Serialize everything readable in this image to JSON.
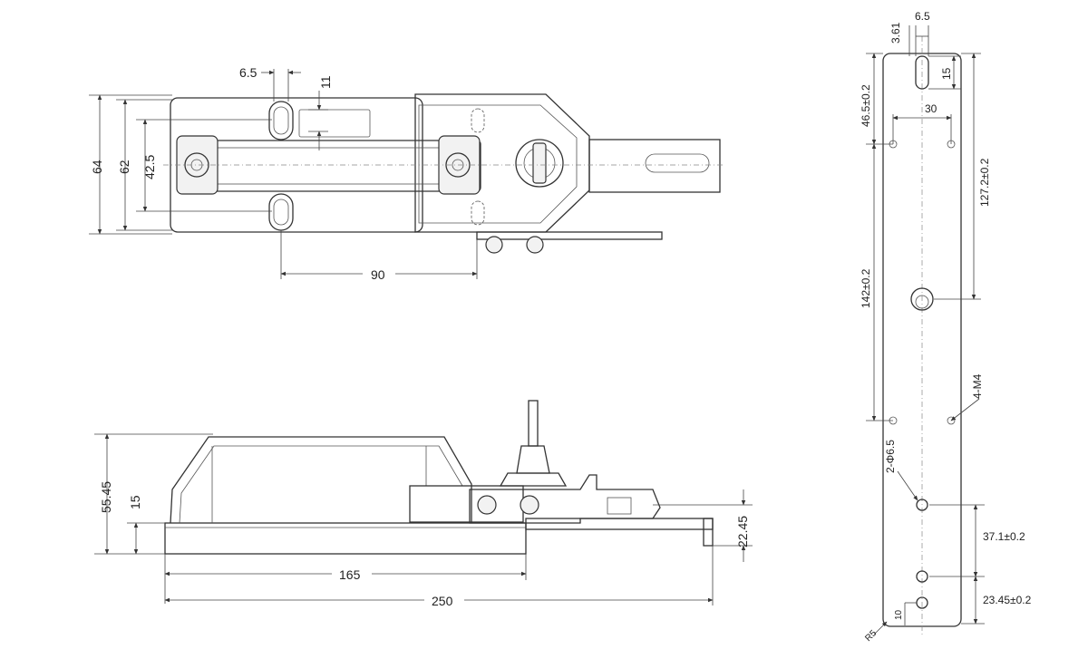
{
  "views": {
    "top": {
      "dimensions": {
        "slot_width": "6.5",
        "slot_height": "11",
        "overall_height": "64",
        "height_62": "62",
        "hole_spacing": "42.5",
        "hole_distance": "90"
      }
    },
    "side": {
      "dimensions": {
        "overall_height": "55.45",
        "base_height": "15",
        "base_length": "165",
        "overall_length": "250",
        "bar_height": "22.45"
      }
    },
    "plate": {
      "dimensions": {
        "slot_width": "6.5",
        "slot_offset": "3.61",
        "slot_length": "15",
        "top_to_holes": "46.5±0.2",
        "hole_pair_spacing": "30",
        "top_to_center": "127.2±0.2",
        "hole_span": "142±0.2",
        "thread_spec": "4-M4",
        "hole_spec": "2-Φ6.5",
        "lower_spacing": "37.1±0.2",
        "bottom_spacing": "23.45±0.2",
        "bottom_edge": "10",
        "corner_radius": "R5"
      }
    }
  }
}
